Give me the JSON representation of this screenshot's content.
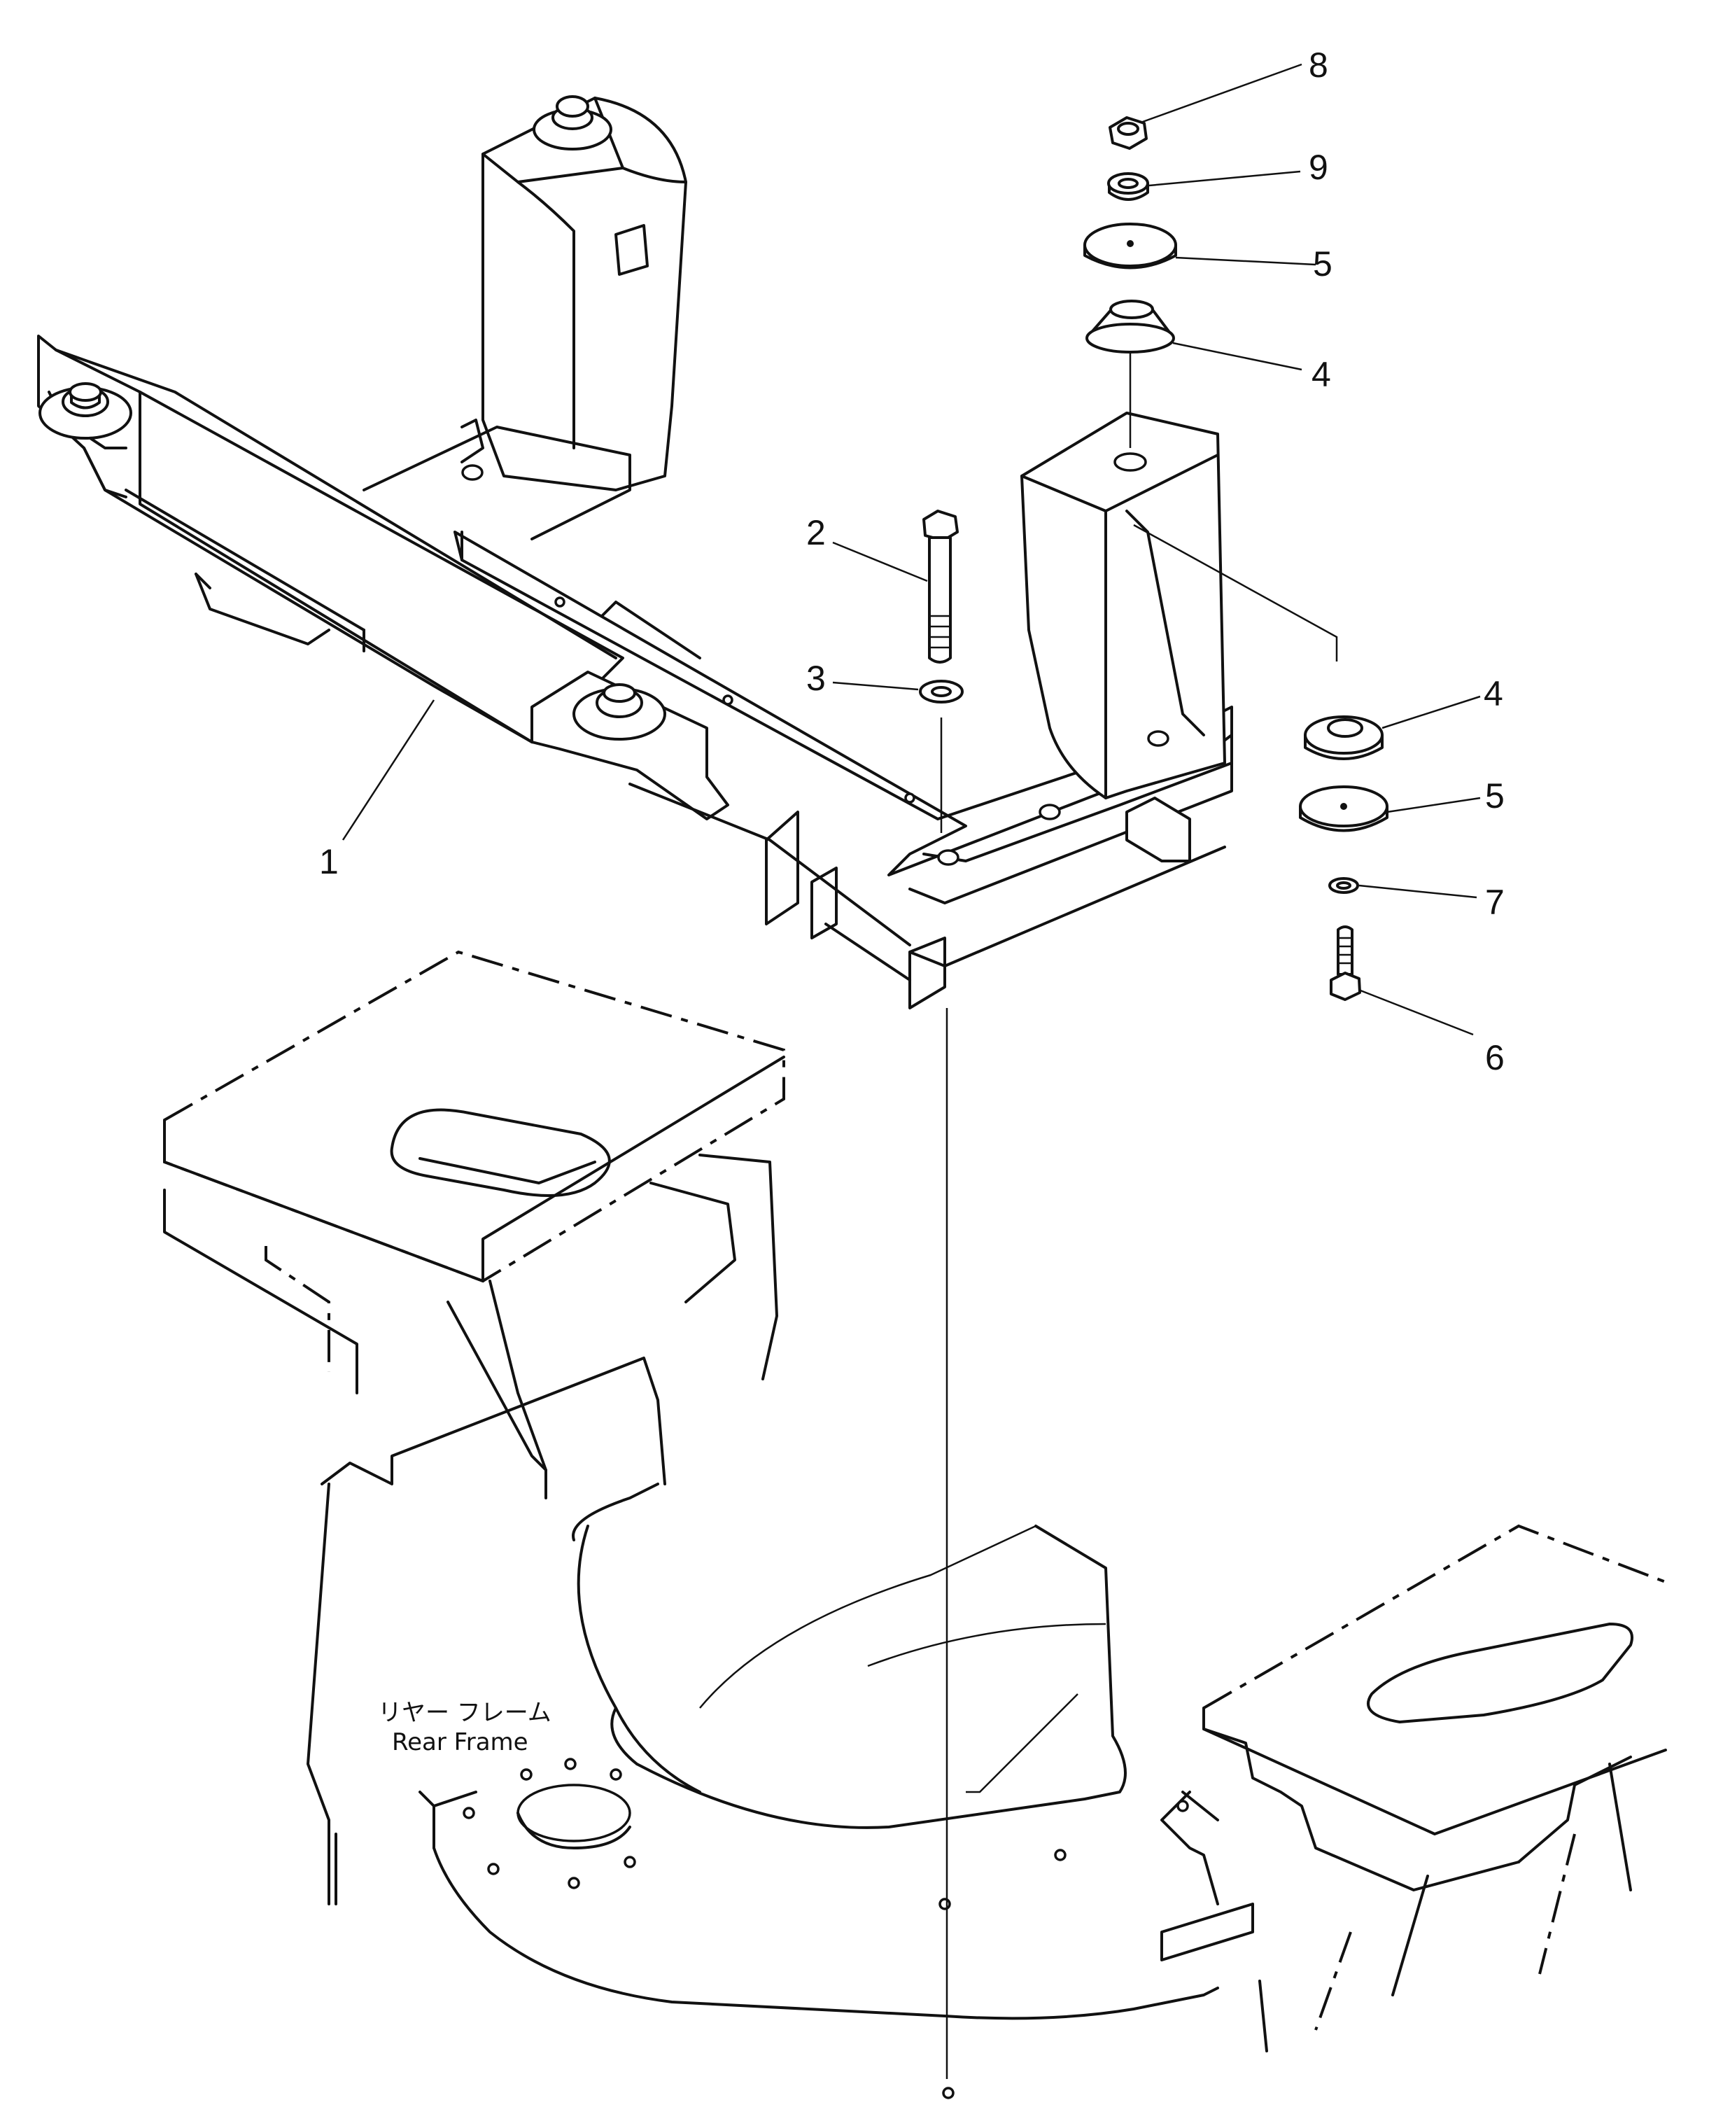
{
  "labels": {
    "rear_frame_jp": "リヤー フレーム",
    "rear_frame_en": "Rear Frame"
  },
  "callouts": [
    "1",
    "2",
    "3",
    "4",
    "4",
    "5",
    "5",
    "6",
    "7",
    "8",
    "9"
  ]
}
